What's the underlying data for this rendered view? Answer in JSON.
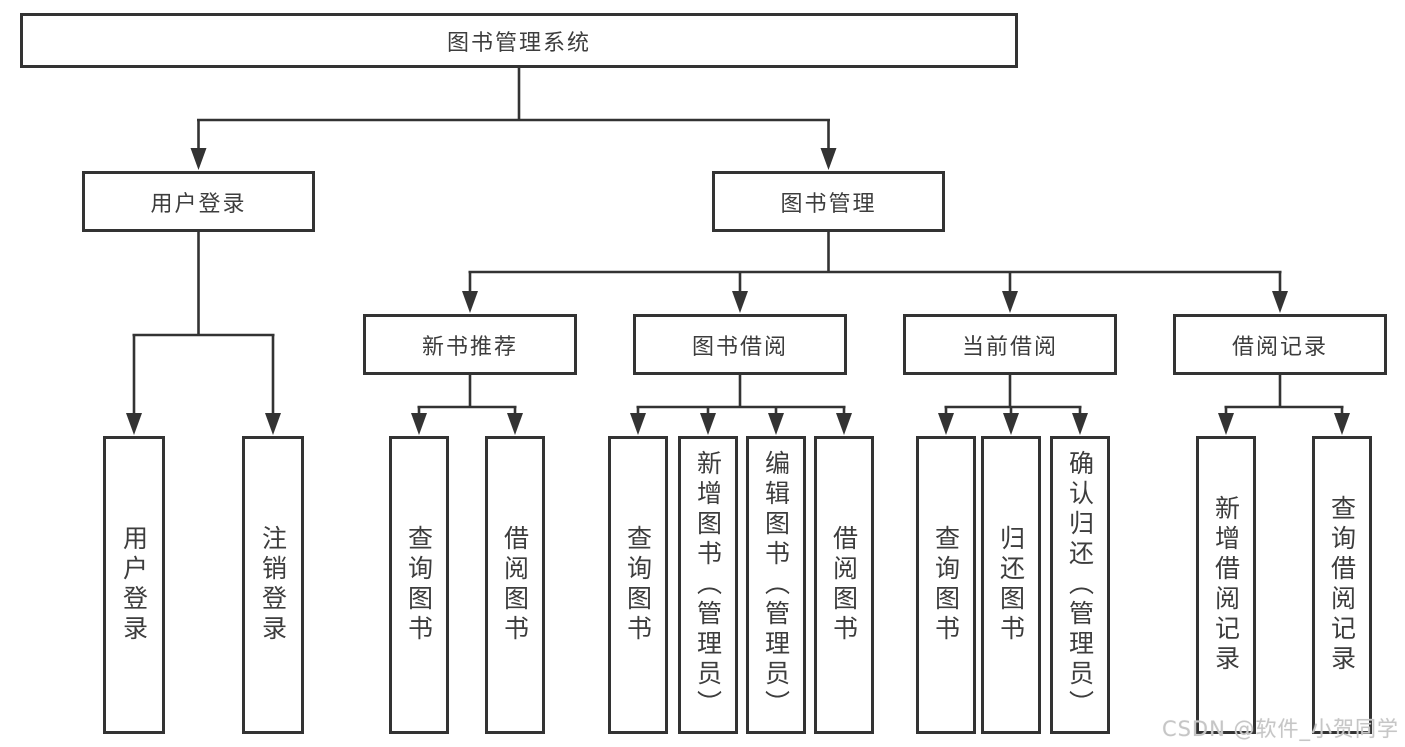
{
  "diagram": {
    "root": {
      "label": "图书管理系统"
    },
    "level2": [
      {
        "label": "用户登录",
        "children": [
          {
            "label": "用户登录"
          },
          {
            "label": "注销登录"
          }
        ]
      },
      {
        "label": "图书管理",
        "children": [
          {
            "label": "新书推荐",
            "children": [
              {
                "label": "查询图书"
              },
              {
                "label": "借阅图书"
              }
            ]
          },
          {
            "label": "图书借阅",
            "children": [
              {
                "label": "查询图书"
              },
              {
                "label": "新增图书（管理员）"
              },
              {
                "label": "编辑图书（管理员）"
              },
              {
                "label": "借阅图书"
              }
            ]
          },
          {
            "label": "当前借阅",
            "children": [
              {
                "label": "查询图书"
              },
              {
                "label": "归还图书"
              },
              {
                "label": "确认归还（管理员）"
              }
            ]
          },
          {
            "label": "借阅记录",
            "children": [
              {
                "label": "新增借阅记录"
              },
              {
                "label": "查询借阅记录"
              }
            ]
          }
        ]
      }
    ]
  },
  "watermark": {
    "text": "CSDN @软件_小贺同学"
  },
  "colors": {
    "line": "#333333",
    "border": "#333333",
    "text": "#3d3d3d",
    "watermark": "#c6c6c6",
    "background": "#ffffff"
  }
}
